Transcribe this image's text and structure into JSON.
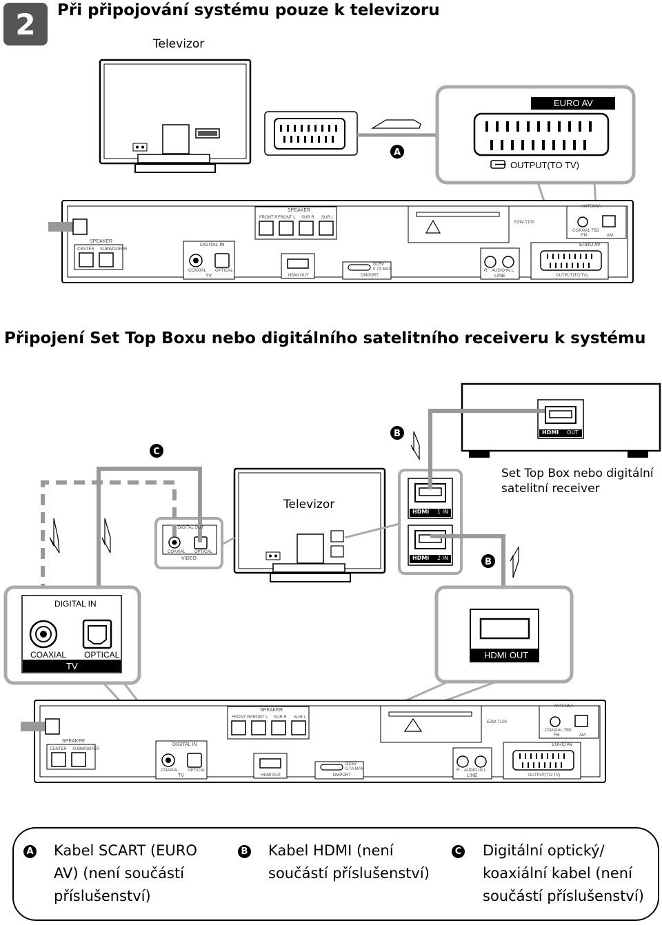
{
  "section1": {
    "step_number": "2",
    "title": "Při připojování systému pouze k televizoru",
    "tv_label": "Televizor",
    "zoom_euro_av": "EURO AV",
    "zoom_output": "OUTPUT(TO TV)",
    "cable_badge": "A"
  },
  "rear_panel": {
    "speaker": "SPEAKER",
    "front_r": "FRONT R",
    "front_l": "FRONT L",
    "sur_r": "SUR R",
    "sur_l": "SUR L",
    "speaker2": "SPEAKER",
    "center": "CENTER",
    "subwoofer": "SUBWOOFER",
    "digital_in": "DIGITAL IN",
    "coaxial": "COAXIAL",
    "optical": "OPTICAL",
    "tv": "TV",
    "hdmi_out": "HDMI OUT",
    "dc": "DC5V",
    "dc2": "0.7A MAX",
    "dmport": "DMPORT",
    "model": "EZW-T100",
    "antenna": "ANTENNA",
    "coaxial75": "COAXIAL 75Ω",
    "fm": "FM",
    "am": "AM",
    "euro_av": "EURO AV",
    "output_tv": "OUTPUT(TO TV)",
    "r": "R",
    "audio_in": "AUDIO IN",
    "l": "L",
    "line": "LINE"
  },
  "section2": {
    "title": "Připojení Set Top Boxu nebo digitálního satelitního receiveru k systému",
    "tv_label": "Televizor",
    "stb_label_1": "Set Top Box nebo digitální",
    "stb_label_2": "satelitní receiver",
    "stb_hdmi_out": "OUT",
    "tv_hdmi1": "1 IN",
    "tv_hdmi2": "2 IN",
    "tv_digital_out": "DIGITAL OUT",
    "tv_coaxial": "COAXIAL",
    "tv_optical": "OPTICAL",
    "tv_video": "VIDEO",
    "zoom_digital_in": "DIGITAL IN",
    "zoom_coaxial": "COAXIAL",
    "zoom_optical": "OPTICAL",
    "zoom_tv": "TV",
    "zoom_hdmi_out": "HDMI OUT",
    "hdmi_logo": "HDMI",
    "badge_b": "B",
    "badge_c": "C"
  },
  "legend": [
    {
      "badge": "A",
      "line1": "Kabel SCART (EURO",
      "line2": "AV) (není součástí",
      "line3": "příslušenství)"
    },
    {
      "badge": "B",
      "line1": "Kabel HDMI (není",
      "line2": "součástí příslušenství)",
      "line3": ""
    },
    {
      "badge": "C",
      "line1": "Digitální optický/",
      "line2": "koaxiální kabel (není",
      "line3": "součástí příslušenství)"
    }
  ]
}
